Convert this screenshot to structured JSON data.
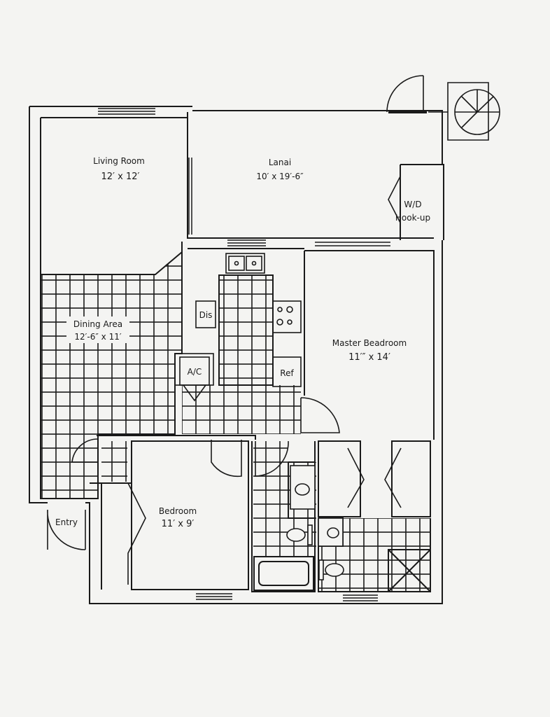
{
  "rooms": {
    "living": {
      "name": "Living Room",
      "size": "12′ x 12′"
    },
    "lanai": {
      "name": "Lanai",
      "size": "10′ x 19′-6″"
    },
    "wd": {
      "line1": "W/D",
      "line2": "Hook-up"
    },
    "dining": {
      "name": "Dining Area",
      "size": "12′-6″ x 11′"
    },
    "master": {
      "name": "Master Beadroom",
      "size": "11′″ x 14′"
    },
    "bedroom": {
      "name": "Bedroom",
      "size": "11′ x 9′"
    },
    "entry": {
      "name": "Entry"
    }
  },
  "fixtures": {
    "dis": "Dis",
    "ac": "A/C",
    "ref": "Ref"
  }
}
